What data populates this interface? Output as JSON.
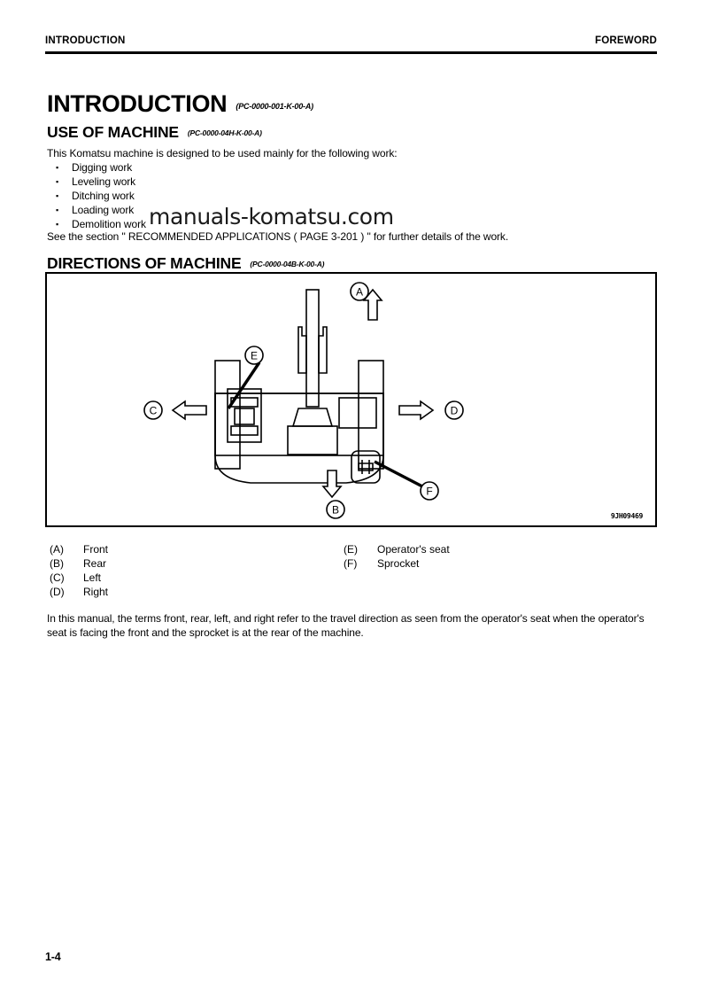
{
  "header": {
    "left": "INTRODUCTION",
    "right": "FOREWORD"
  },
  "title": {
    "text": "INTRODUCTION",
    "code": "(PC-0000-001-K-00-A)"
  },
  "sections": {
    "use_of_machine": {
      "heading": "USE OF MACHINE",
      "code": "(PC-0000-04H-K-00-A)",
      "intro": "This Komatsu machine is designed to be used mainly for the following work:",
      "bullet_marker": "▪",
      "bullets": [
        "Digging work",
        "Leveling work",
        "Ditching work",
        "Loading work",
        "Demolition work"
      ],
      "see_section": "See the section \" RECOMMENDED APPLICATIONS ( PAGE 3-201 ) \" for further details of the work."
    },
    "directions_of_machine": {
      "heading": "DIRECTIONS OF MACHINE",
      "code": "(PC-0000-04B-K-00-A)",
      "figure_id": "9JH09469",
      "diagram_labels": {
        "a": "A",
        "b": "B",
        "c": "C",
        "d": "D",
        "e": "E",
        "f": "F"
      },
      "legend_left": [
        {
          "key": "(A)",
          "value": "Front"
        },
        {
          "key": "(B)",
          "value": "Rear"
        },
        {
          "key": "(C)",
          "value": "Left"
        },
        {
          "key": "(D)",
          "value": "Right"
        }
      ],
      "legend_right": [
        {
          "key": "(E)",
          "value": "Operator's seat"
        },
        {
          "key": "(F)",
          "value": "Sprocket"
        }
      ],
      "closing": "In this manual, the terms front, rear, left, and right refer to the travel direction as seen from the operator's seat when the operator's seat is facing the front and the sprocket is at the rear of the machine."
    }
  },
  "watermark": "manuals-komatsu.com",
  "footer": {
    "page_number": "1-4"
  }
}
